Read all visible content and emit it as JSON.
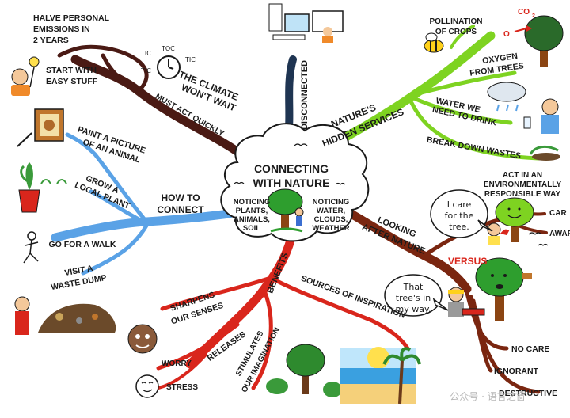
{
  "colors": {
    "climate": "#4a1a14",
    "disconnected": "#1f3552",
    "nature": "#7ed321",
    "after": "#7a2610",
    "benefits": "#d9261c",
    "how": "#5aa2e6",
    "versus": "#d9261c"
  },
  "center": {
    "title_line1": "CONNECTING",
    "title_line2": "WITH NATURE",
    "left_line1": "NOTICING",
    "left_line2": "PLANTS,",
    "left_line3": "ANIMALS,",
    "left_line4": "SOIL",
    "right_line1": "NOTICING",
    "right_line2": "WATER,",
    "right_line3": "CLOUDS,",
    "right_line4": "WEATHER"
  },
  "climate": {
    "branch_line1": "THE CLIMATE",
    "branch_line2": "WON'T WAIT",
    "must_act": "MUST ACT QUICKLY",
    "halve_line1": "HALVE PERSONAL",
    "halve_line2": "EMISSIONS IN",
    "halve_line3": "2 YEARS",
    "start_line1": "START WITH",
    "start_line2": "EASY STUFF",
    "tic1": "TIC",
    "toc": "TOC",
    "tic2": "TIC",
    "tic3": "TIC"
  },
  "disconnected": {
    "label": "DISCONNECTED"
  },
  "hidden_services": {
    "branch_line1": "NATURE'S",
    "branch_line2": "HIDDEN SERVICES",
    "pollination_line1": "POLLINATION",
    "pollination_line2": "OF CROPS",
    "co2": "CO",
    "co2_sub": "2",
    "o": "O",
    "oxygen_line1": "OXYGEN",
    "oxygen_line2": "FROM TREES",
    "water_line1": "WATER WE",
    "water_line2": "NEED TO DRINK",
    "wastes": "BREAK DOWN WASTES"
  },
  "how_to": {
    "branch_line1": "HOW TO",
    "branch_line2": "CONNECT",
    "paint_line1": "PAINT A PICTURE",
    "paint_line2": "OF AN ANIMAL",
    "grow_line1": "GROW A",
    "grow_line2": "LOCAL PLANT",
    "walk": "GO FOR A WALK",
    "visit_line1": "VISIT A",
    "visit_line2": "WASTE DUMP"
  },
  "looking_after": {
    "branch_line1": "LOOKING",
    "branch_line2": "AFTER NATURE",
    "act_line1": "ACT IN AN",
    "act_line2": "ENVIRONMENTALLY",
    "act_line3": "RESPONSIBLE WAY",
    "care_frag": "CAR",
    "aware_frag": "AWAR",
    "bubble_line1": "I care",
    "bubble_line2": "for the",
    "bubble_line3": "tree.",
    "versus": "VERSUS",
    "way_line1": "That",
    "way_line2": "tree's in",
    "way_line3": "my way.",
    "no_care": "NO CARE",
    "ignorant": "IGNORANT",
    "destructive": "DESTRUCTIVE"
  },
  "benefits": {
    "branch": "BENEFITS",
    "sources": "SOURCES OF INSPIRATION",
    "sharpens_line1": "SHARPENS",
    "sharpens_line2": "OUR SENSES",
    "releases": "RELEASES",
    "worry": "WORRY",
    "stress": "STRESS",
    "stimulates_line1": "STIMULATES",
    "stimulates_line2": "OUR IMAGINATION"
  },
  "watermark": "公众号 · 语言之窗"
}
